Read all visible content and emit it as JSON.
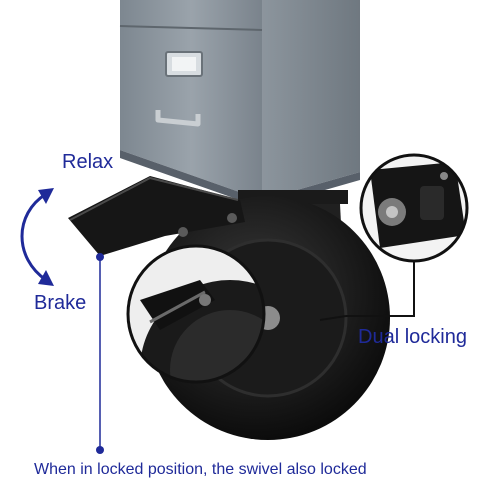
{
  "labels": {
    "relax": "Relax",
    "brake": "Brake",
    "dual_locking": "Dual locking",
    "caption": "When in locked position, the swivel also locked"
  },
  "colors": {
    "annotation_blue": "#1f2a99",
    "cabinet_gray": "#8a949d",
    "wheel_black": "#141414",
    "callout_border": "#111111"
  },
  "icons": {
    "rotation_arrow": "curved-double-arrow-icon",
    "pointer_dot": "pointer-dot-icon"
  }
}
